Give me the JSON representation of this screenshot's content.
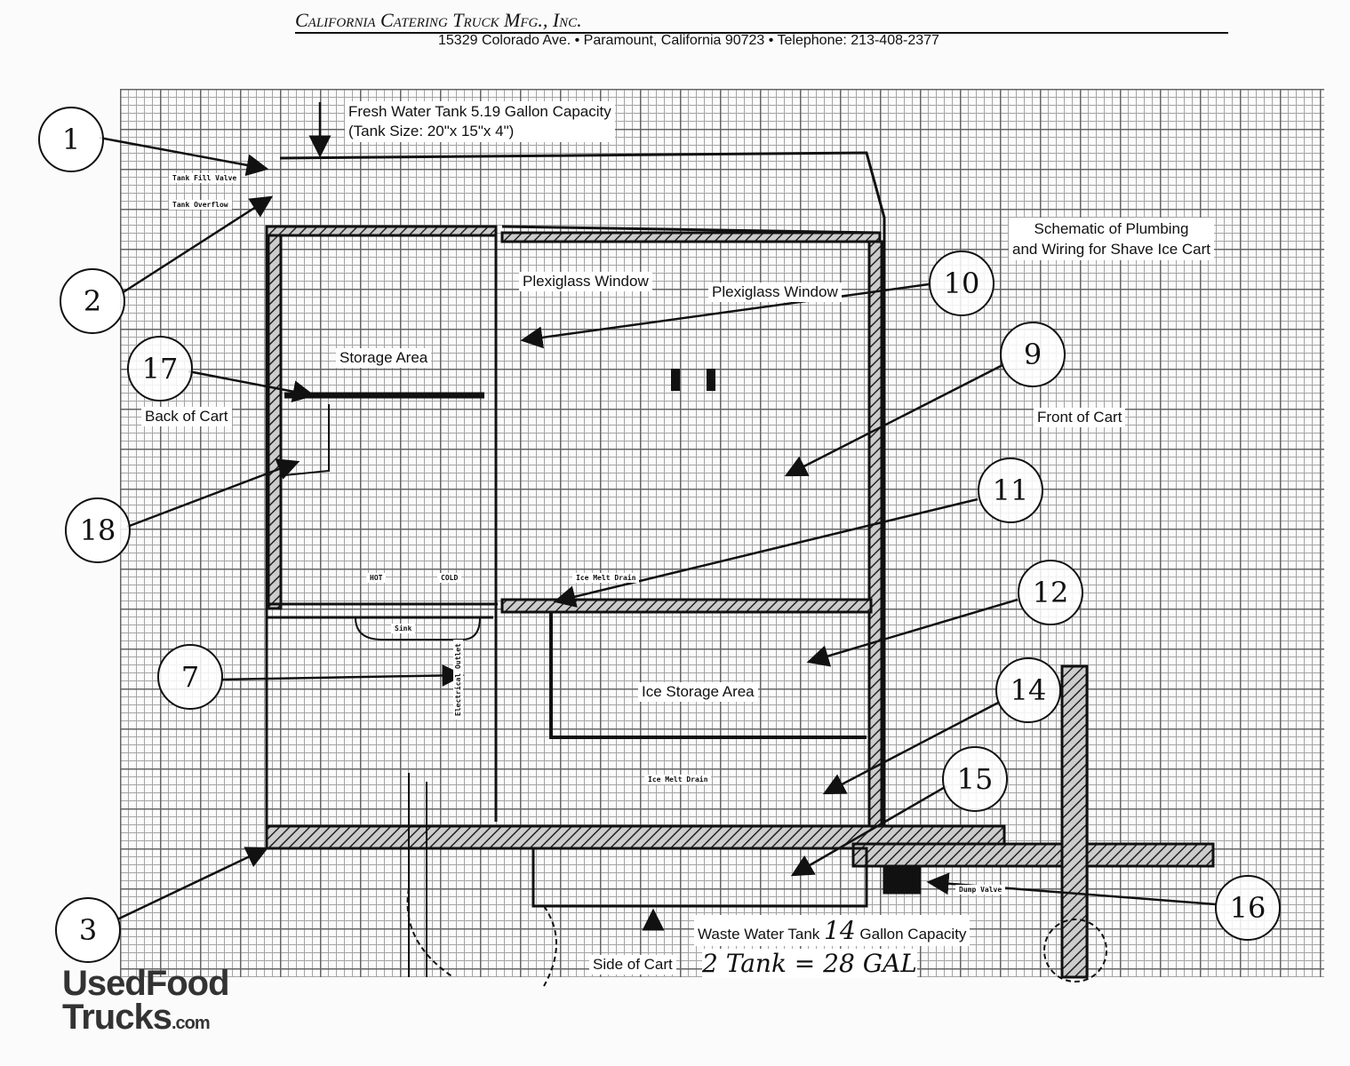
{
  "header": {
    "company": "California Catering Truck Mfg., Inc.",
    "address": "15329 Colorado Ave.  •  Paramount, California 90723  •  Telephone: 213-408-2377"
  },
  "title": {
    "line1": "Schematic of Plumbing",
    "line2": "and Wiring for Shave Ice Cart"
  },
  "labels": {
    "fresh_tank": "Fresh Water Tank 5.19 Gallon Capacity",
    "tank_size": "(Tank Size: 20\"x 15\"x 4\")",
    "plexi_left": "Plexiglass Window",
    "plexi_right": "Plexiglass Window",
    "storage": "Storage Area",
    "back": "Back of Cart",
    "front": "Front of Cart",
    "ice_storage": "Ice Storage Area",
    "waste_tank": "Waste Water Tank",
    "waste_capacity": "14",
    "gallon_capacity": "Gallon Capacity",
    "side": "Side of Cart",
    "handwritten_total": "2 Tank = 28 GAL"
  },
  "small_labels": {
    "tank_fill_valve": "Tank Fill Valve",
    "tank_overflow": "Tank Overflow",
    "hot": "HOT",
    "cold": "COLD",
    "sink": "Sink",
    "electrical_outlet": "Electrical Outlet",
    "ice_melt_drain_top": "Ice Melt Drain",
    "ice_melt_drain_bottom": "Ice Melt Drain",
    "dump_valve": "Dump Valve"
  },
  "callouts": [
    "1",
    "2",
    "17",
    "18",
    "7",
    "3",
    "10",
    "9",
    "11",
    "12",
    "14",
    "15",
    "16"
  ],
  "logo": {
    "line1": "UsedFood",
    "line2": "Trucks",
    ".com": ".com"
  }
}
